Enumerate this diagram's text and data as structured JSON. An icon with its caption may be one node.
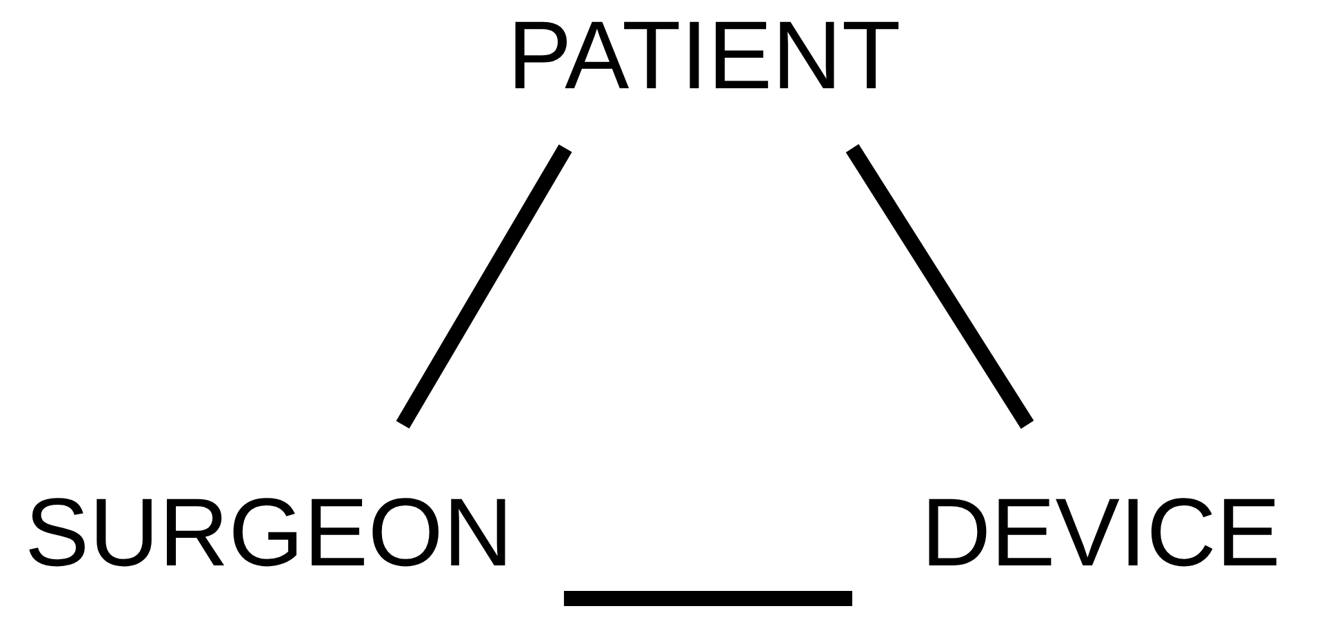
{
  "diagram": {
    "nodes": [
      {
        "text": [
          "PATIENT"
        ]
      },
      {
        "text": [
          "SURGEON"
        ]
      },
      {
        "text": [
          "DEVICE"
        ]
      }
    ],
    "edges": [
      {
        "from": 0,
        "to": 1,
        "arrow": "none"
      },
      {
        "from": 0,
        "to": 2,
        "arrow": "none"
      },
      {
        "from": 1,
        "to": 2,
        "arrow": "none"
      }
    ]
  }
}
